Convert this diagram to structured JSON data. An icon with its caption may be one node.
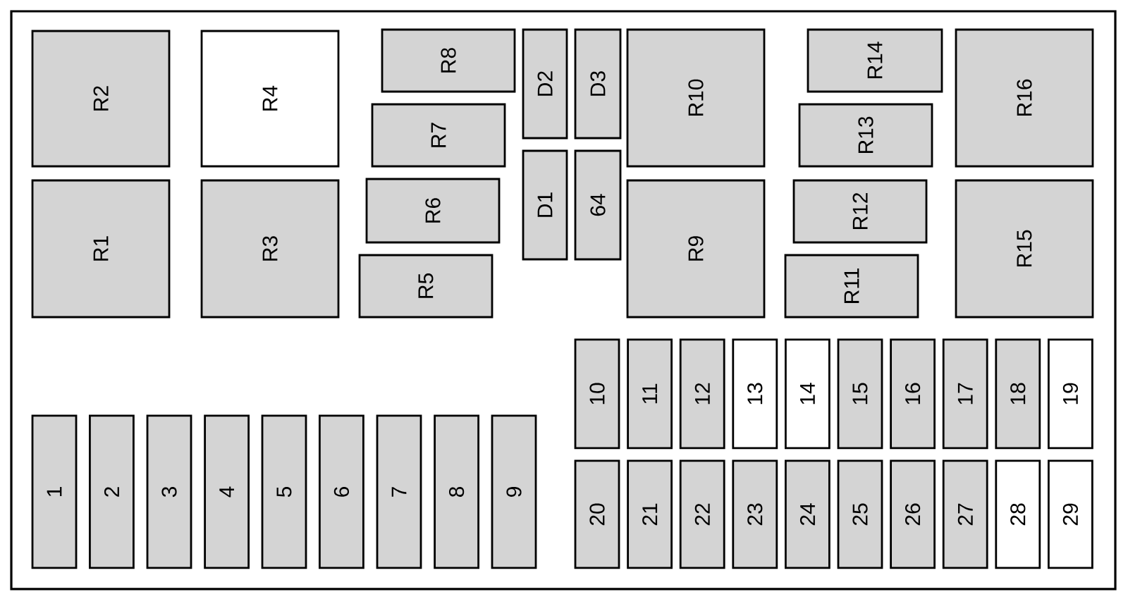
{
  "diagram": {
    "nodes": [
      {
        "text": [
          "R2"
        ]
      },
      {
        "text": [
          "R4"
        ]
      },
      {
        "text": [
          "R8"
        ]
      },
      {
        "text": [
          "D2"
        ]
      },
      {
        "text": [
          "D3"
        ]
      },
      {
        "text": [
          "R10"
        ]
      },
      {
        "text": [
          "R14"
        ]
      },
      {
        "text": [
          "R16"
        ]
      },
      {
        "text": [
          "R7"
        ]
      },
      {
        "text": [
          "R13"
        ]
      },
      {
        "text": [
          "R1"
        ]
      },
      {
        "text": [
          "R3"
        ]
      },
      {
        "text": [
          "R6"
        ]
      },
      {
        "text": [
          "D1"
        ]
      },
      {
        "text": [
          "64"
        ]
      },
      {
        "text": [
          "R9"
        ]
      },
      {
        "text": [
          "R12"
        ]
      },
      {
        "text": [
          "R15"
        ]
      },
      {
        "text": [
          "R5"
        ]
      },
      {
        "text": [
          "R11"
        ]
      },
      {
        "text": [
          "10"
        ]
      },
      {
        "text": [
          "11"
        ]
      },
      {
        "text": [
          "12"
        ]
      },
      {
        "text": [
          "13"
        ]
      },
      {
        "text": [
          "14"
        ]
      },
      {
        "text": [
          "15"
        ]
      },
      {
        "text": [
          "16"
        ]
      },
      {
        "text": [
          "17"
        ]
      },
      {
        "text": [
          "18"
        ]
      },
      {
        "text": [
          "19"
        ]
      },
      {
        "text": [
          "1"
        ]
      },
      {
        "text": [
          "2"
        ]
      },
      {
        "text": [
          "3"
        ]
      },
      {
        "text": [
          "4"
        ]
      },
      {
        "text": [
          "5"
        ]
      },
      {
        "text": [
          "6"
        ]
      },
      {
        "text": [
          "7"
        ]
      },
      {
        "text": [
          "8"
        ]
      },
      {
        "text": [
          "9"
        ]
      },
      {
        "text": [
          "20"
        ]
      },
      {
        "text": [
          "21"
        ]
      },
      {
        "text": [
          "22"
        ]
      },
      {
        "text": [
          "23"
        ]
      },
      {
        "text": [
          "24"
        ]
      },
      {
        "text": [
          "25"
        ]
      },
      {
        "text": [
          "26"
        ]
      },
      {
        "text": [
          "27"
        ]
      },
      {
        "text": [
          "28"
        ]
      },
      {
        "text": [
          "29"
        ]
      }
    ]
  }
}
